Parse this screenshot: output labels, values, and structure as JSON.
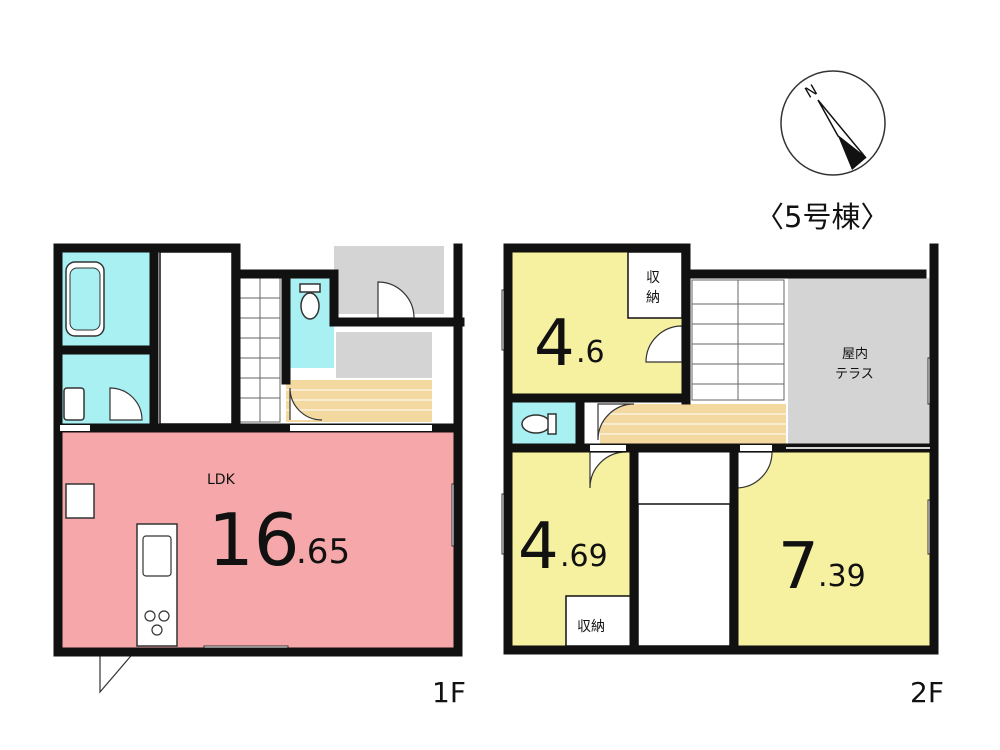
{
  "header": {
    "building_label": "〈5号棟〉"
  },
  "compass": {
    "north_letter": "N"
  },
  "floor1": {
    "floor_label": "1F",
    "ldk": {
      "name": "LDK",
      "size_main": "16",
      "size_frac": ".65"
    }
  },
  "floor2": {
    "floor_label": "2F",
    "room_a": {
      "size_main": "4",
      "size_frac": ".6"
    },
    "room_b": {
      "size_main": "4",
      "size_frac": ".69"
    },
    "room_c": {
      "size_main": "7",
      "size_frac": ".39"
    },
    "storage_a": {
      "label_line1": "収",
      "label_line2": "納"
    },
    "storage_b": {
      "label": "収納"
    },
    "terrace": {
      "label_line1": "屋内",
      "label_line2": "テラス"
    }
  },
  "colors": {
    "ldk": "#F5A7A9",
    "bedroom": "#F6F1A0",
    "wet_area": "#A8F0F2",
    "terrace": "#D4D4D4",
    "floor_wood": "#F3D9A0",
    "wall": "#111111"
  }
}
